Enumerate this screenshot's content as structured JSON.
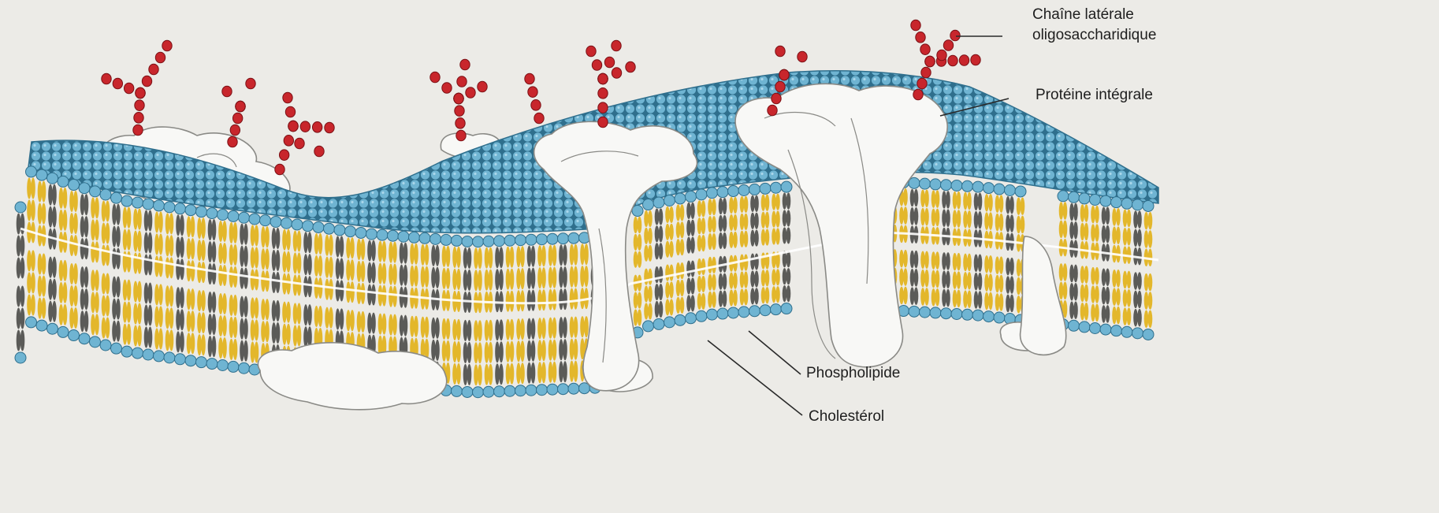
{
  "labels": {
    "chain_line1": "Chaîne latérale",
    "chain_line2": "oligosaccharidique",
    "protein": "Protéine intégrale",
    "phospholipid": "Phospholipide",
    "cholesterol": "Cholestérol"
  },
  "colors": {
    "background": "#ecebe7",
    "head": "#6fb4d2",
    "head_stroke": "#2f6f8d",
    "tail_yellow": "#e3b72b",
    "tail_gray": "#5b5b58",
    "protein": "#f8f8f6",
    "protein_stroke": "#8a8a86",
    "sugar": "#c8262c",
    "sugar_stroke": "#7a1015",
    "leader": "#2a2a2a"
  }
}
